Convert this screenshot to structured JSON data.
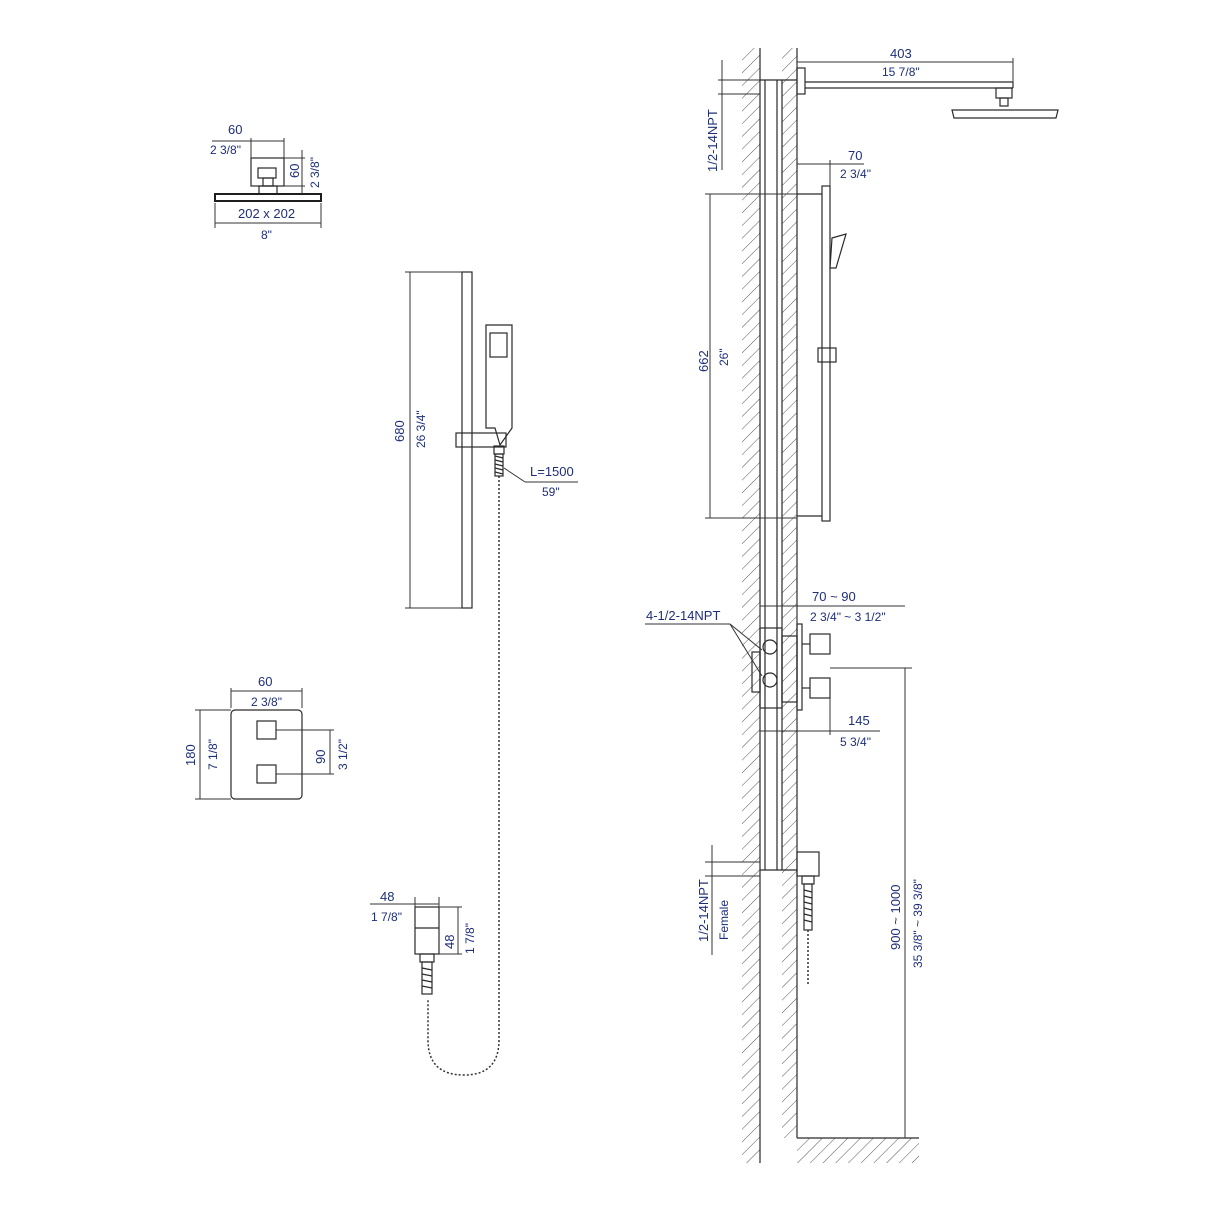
{
  "colors": {
    "dimension_text": "#1f2e7a",
    "line": "#2a2a2a"
  },
  "head_detail": {
    "width_mm": "60",
    "width_in": "2 3/8\"",
    "height_mm": "60",
    "height_in": "2 3/8\"",
    "plate_mm": "202 x 202",
    "plate_in": "8\""
  },
  "slide_bar": {
    "length_mm": "680",
    "length_in": "26 3/4\"",
    "hose_mm": "L=1500",
    "hose_in": "59\""
  },
  "valve_trim": {
    "width_mm": "60",
    "width_in": "2 3/8\"",
    "height_mm": "180",
    "height_in": "7 1/8\"",
    "spacing_mm": "90",
    "spacing_in": "3 1/2\""
  },
  "outlet_elbow": {
    "width_mm": "48",
    "width_in": "1 7/8\"",
    "height_mm": "48",
    "height_in": "1 7/8\""
  },
  "side_view": {
    "arm_mm": "403",
    "arm_in": "15 7/8\"",
    "top_npt": "1/2-14NPT",
    "bar_offset_mm": "70",
    "bar_offset_in": "2 3/4\"",
    "bar_length_mm": "662",
    "bar_length_in": "26\"",
    "valve_npt": "4-1/2-14NPT",
    "valve_depth_mm": "70 ~ 90",
    "valve_depth_in": "2 3/4\" ~ 3 1/2\"",
    "trim_depth_mm": "145",
    "trim_depth_in": "5 3/4\"",
    "bottom_npt": "1/2-14NPT",
    "bottom_npt_type": "Female",
    "height_mm": "900 ~ 1000",
    "height_in": "35 3/8\" ~ 39 3/8\""
  }
}
